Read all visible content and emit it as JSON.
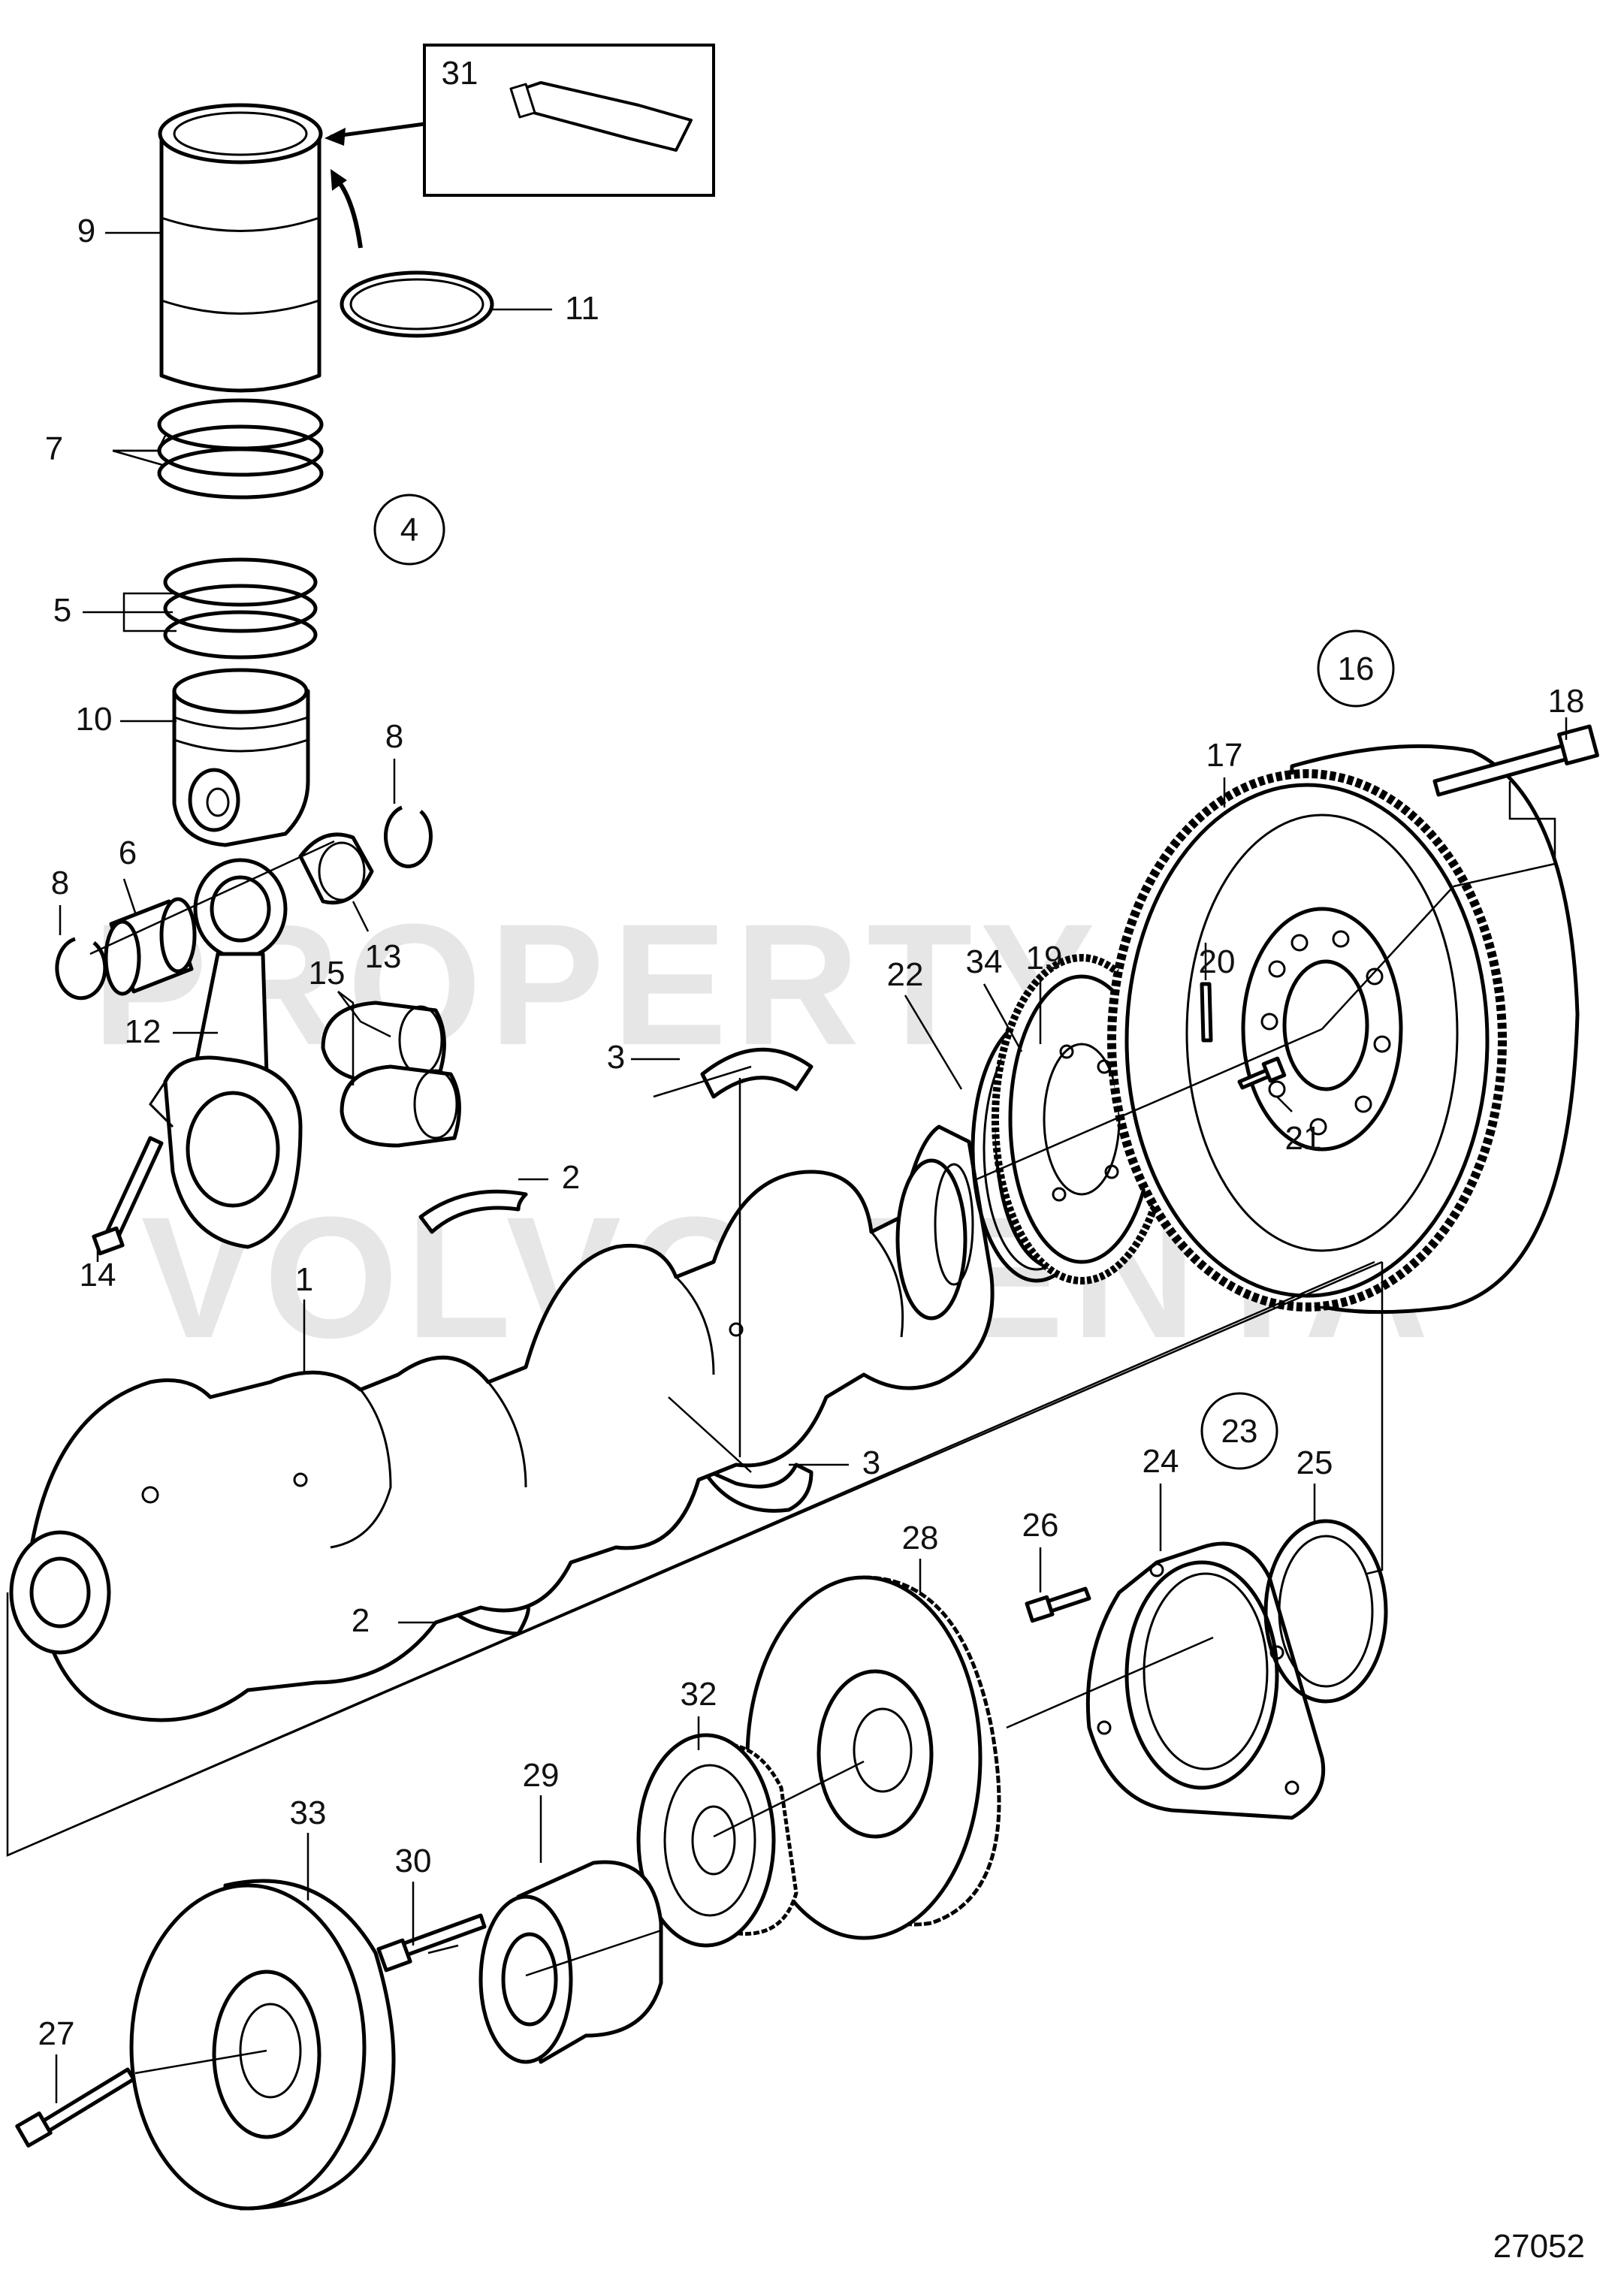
{
  "diagram": {
    "watermark": [
      "PROPERTY OF",
      "VOLVO PENTA"
    ],
    "drawing_number": "27052",
    "callouts": [
      {
        "id": "c1",
        "label": "1"
      },
      {
        "id": "c2a",
        "label": "2"
      },
      {
        "id": "c2b",
        "label": "2"
      },
      {
        "id": "c3a",
        "label": "3"
      },
      {
        "id": "c3b",
        "label": "3"
      },
      {
        "id": "c5",
        "label": "5"
      },
      {
        "id": "c6",
        "label": "6"
      },
      {
        "id": "c7",
        "label": "7"
      },
      {
        "id": "c8a",
        "label": "8"
      },
      {
        "id": "c8b",
        "label": "8"
      },
      {
        "id": "c9",
        "label": "9"
      },
      {
        "id": "c10",
        "label": "10"
      },
      {
        "id": "c11",
        "label": "11"
      },
      {
        "id": "c12",
        "label": "12"
      },
      {
        "id": "c13",
        "label": "13"
      },
      {
        "id": "c14",
        "label": "14"
      },
      {
        "id": "c15",
        "label": "15"
      },
      {
        "id": "c17",
        "label": "17"
      },
      {
        "id": "c18",
        "label": "18"
      },
      {
        "id": "c19",
        "label": "19"
      },
      {
        "id": "c20",
        "label": "20"
      },
      {
        "id": "c21",
        "label": "21"
      },
      {
        "id": "c22",
        "label": "22"
      },
      {
        "id": "c24",
        "label": "24"
      },
      {
        "id": "c25",
        "label": "25"
      },
      {
        "id": "c26",
        "label": "26"
      },
      {
        "id": "c27",
        "label": "27"
      },
      {
        "id": "c28",
        "label": "28"
      },
      {
        "id": "c29",
        "label": "29"
      },
      {
        "id": "c30",
        "label": "30"
      },
      {
        "id": "c31",
        "label": "31"
      },
      {
        "id": "c32",
        "label": "32"
      },
      {
        "id": "c33",
        "label": "33"
      },
      {
        "id": "c34",
        "label": "34"
      }
    ],
    "group_callouts": [
      {
        "id": "g4",
        "label": "4"
      },
      {
        "id": "g16",
        "label": "16"
      },
      {
        "id": "g23",
        "label": "23"
      }
    ]
  }
}
